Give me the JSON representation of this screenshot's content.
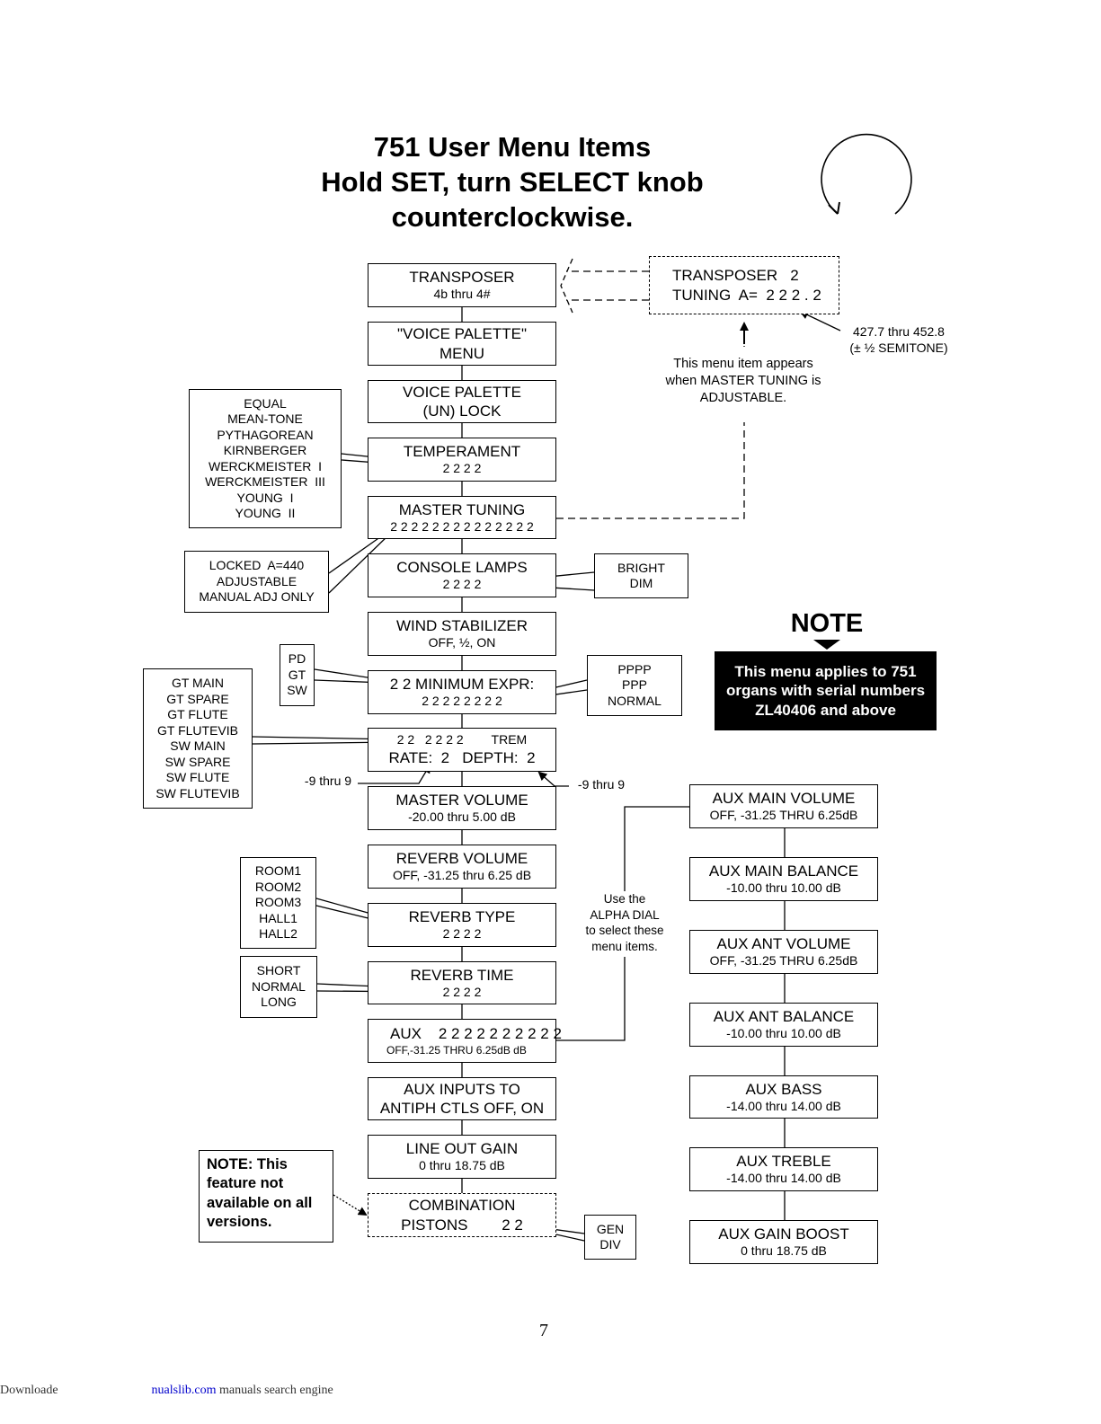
{
  "title": {
    "line1": "751 User Menu Items",
    "line2": "Hold SET, turn SELECT knob",
    "line3": "counterclockwise."
  },
  "menu": [
    {
      "label": "TRANSPOSER",
      "value": "4b thru 4#"
    },
    {
      "label": "\"VOICE PALETTE\"",
      "value": "MENU"
    },
    {
      "label": "VOICE PALETTE",
      "value": "(UN) LOCK"
    },
    {
      "label": "TEMPERAMENT",
      "value": "2 2 2 2"
    },
    {
      "label": "MASTER TUNING",
      "value": "2 2 2 2 2 2 2 2 2 2 2 2 2 2"
    },
    {
      "label": "CONSOLE LAMPS",
      "value": "2 2 2 2"
    },
    {
      "label": "WIND STABILIZER",
      "value": "OFF,  ½,  ON"
    },
    {
      "label": "2 2   MINIMUM EXPR:",
      "value": "2 2 2 2 2 2 2 2"
    },
    {
      "label": "2 2   2 2 2 2        TREM",
      "value": "RATE:  2   DEPTH:  2"
    },
    {
      "label": "MASTER VOLUME",
      "value": "-20.00 thru 5.00 dB"
    },
    {
      "label": "REVERB VOLUME",
      "value": "OFF, -31.25 thru 6.25 dB"
    },
    {
      "label": "REVERB TYPE",
      "value": "2 2 2 2"
    },
    {
      "label": "REVERB TIME",
      "value": "2 2 2 2"
    },
    {
      "label": "AUX    2 2 2 2 2 2 2 2 2 2",
      "value": "OFF,-31.25 THRU 6.25dB dB"
    },
    {
      "label": "AUX INPUTS TO",
      "value": "ANTIPH CTLS OFF, ON"
    },
    {
      "label": "LINE OUT GAIN",
      "value": "0 thru 18.75 dB"
    },
    {
      "label": "COMBINATION",
      "value": "PISTONS        2 2"
    }
  ],
  "transposer_tuning": {
    "line1": "TRANSPOSER   2",
    "line2": "TUNING  A=  2 2 2 . 2"
  },
  "tuning_range": {
    "line1": "427.7 thru 452.8",
    "line2": "(± ½ SEMITONE)"
  },
  "master_tuning_note": {
    "line1": "This menu item appears",
    "line2": "when MASTER TUNING is",
    "line3": "ADJUSTABLE."
  },
  "temperament_options": [
    "EQUAL",
    "MEAN-TONE",
    "PYTHAGOREAN",
    "KIRNBERGER",
    "WERCKMEISTER  I",
    "WERCKMEISTER  III",
    "YOUNG  I",
    "YOUNG  II"
  ],
  "tuning_options": [
    "LOCKED  A=440",
    "ADJUSTABLE",
    "MANUAL ADJ ONLY"
  ],
  "lamps_options": [
    "BRIGHT",
    "DIM"
  ],
  "division_options": [
    "PD",
    "GT",
    "SW"
  ],
  "expr_options": [
    "PPPP",
    "PPP",
    "NORMAL"
  ],
  "trem_options": [
    "GT MAIN",
    "GT SPARE",
    "GT FLUTE",
    "GT FLUTEVIB",
    "SW MAIN",
    "SW SPARE",
    "SW FLUTE",
    "SW FLUTEVIB"
  ],
  "rate_range": "-9 thru 9",
  "depth_range": "-9 thru 9",
  "reverb_type_options": [
    "ROOM1",
    "ROOM2",
    "ROOM3",
    "HALL1",
    "HALL2"
  ],
  "reverb_time_options": [
    "SHORT",
    "NORMAL",
    "LONG"
  ],
  "pistons_options": [
    "GEN",
    "DIV"
  ],
  "alpha_dial_note": {
    "line1": "Use the",
    "line2": "ALPHA DIAL",
    "line3": "to select these",
    "line4": "menu items."
  },
  "aux_menu": [
    {
      "label": "AUX MAIN VOLUME",
      "value": "OFF, -31.25 THRU 6.25dB"
    },
    {
      "label": "AUX MAIN BALANCE",
      "value": "-10.00 thru 10.00 dB"
    },
    {
      "label": "AUX ANT VOLUME",
      "value": "OFF, -31.25 THRU 6.25dB"
    },
    {
      "label": "AUX ANT BALANCE",
      "value": "-10.00 thru 10.00 dB"
    },
    {
      "label": "AUX BASS",
      "value": "-14.00 thru 14.00 dB"
    },
    {
      "label": "AUX TREBLE",
      "value": "-14.00 thru 14.00 dB"
    },
    {
      "label": "AUX GAIN BOOST",
      "value": "0 thru 18.75 dB"
    }
  ],
  "note": {
    "heading": "NOTE",
    "text": "This menu applies to 751 organs with serial numbers  ZL40406 and above"
  },
  "feature_note": {
    "line1": "NOTE:  This",
    "line2": "feature not",
    "line3": "available on all",
    "line4": "versions."
  },
  "page_number": "7",
  "footer": {
    "prefix": "Downloade",
    "link": "nualslib.com",
    "suffix": " manuals search engine"
  }
}
